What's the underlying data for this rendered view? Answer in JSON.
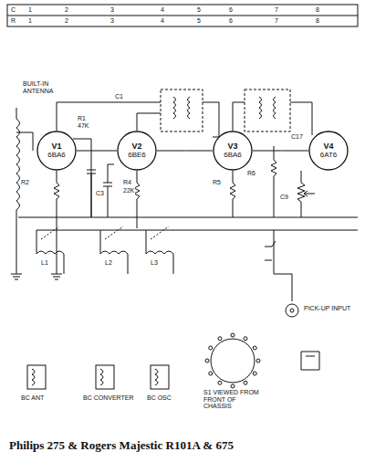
{
  "diagram": {
    "title": "Philips 275  &  Rogers Majestic R101A & 675",
    "nodes": [
      {
        "text": [
          "V1",
          "6BA6"
        ]
      },
      {
        "text": [
          "V2",
          "6BE6"
        ]
      },
      {
        "text": [
          "V3",
          "6BA6"
        ]
      },
      {
        "text": [
          "V4",
          "6AT6"
        ]
      }
    ],
    "edges": [
      {
        "from": 0,
        "to": 1,
        "arrow": "none"
      },
      {
        "from": 1,
        "to": 2,
        "arrow": "none"
      },
      {
        "from": 2,
        "to": 3,
        "arrow": "none"
      }
    ],
    "labels": [
      "C",
      "1",
      "2",
      "3",
      "4",
      "5",
      "6",
      "7",
      "8",
      "R",
      "1",
      "2",
      "3",
      "4",
      "5",
      "6",
      "7",
      "8",
      "BUILT-IN ANTENNA",
      "R1",
      "47K",
      "C1",
      "R2",
      "C3",
      "R4",
      "22K",
      "C17",
      "R5",
      "R6",
      "C9",
      "L1",
      "L2",
      "L3",
      "PICK-UP INPUT",
      "BC ANT",
      "BC CONVERTER",
      "BC OSC",
      "S1 VIEWED FROM FRONT OF CHASSIS"
    ]
  }
}
